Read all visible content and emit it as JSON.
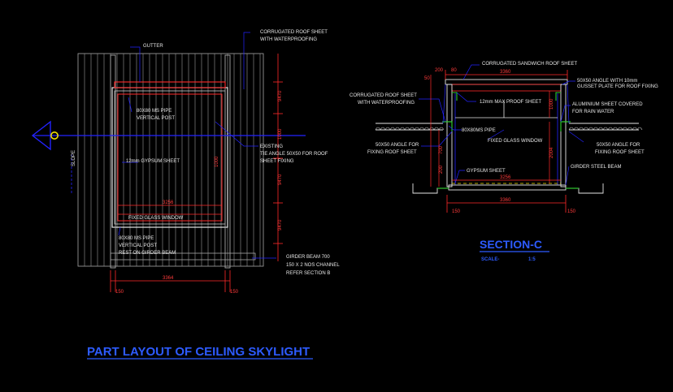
{
  "plan": {
    "gutter": "GUTTER",
    "corr_sheet_line1": "CORRUGATED ROOF SHEET",
    "corr_sheet_line2": "WITH WATERPROOFING",
    "pipe_line1": "80X80 MS PIPE",
    "pipe_line2": "VERTICAL POST",
    "existing_line1": "EXISTING",
    "existing_line2": "TIE ANGLE 50X50 FOR ROOF",
    "existing_line3": "SHEET FIXING",
    "gypsum": "12mm GYPSUM SHEET",
    "glass": "FIXED GLASS WINDOW",
    "pipe2_line1": "80X80 MS PIPE",
    "pipe2_line2": "VERTICAL POST",
    "pipe2_line3": "REST ON GIRDER BEAM",
    "girder_line1": "GIRDER BEAM 700",
    "girder_line2": "150 X 2 NOS CHANNEL",
    "girder_line3": "REFER SECTION B",
    "slope": "SLOPE",
    "dim_3256": "3256",
    "dim_3364": "3364",
    "dim_150a": "150",
    "dim_150b": "150",
    "dim_side1": "9470",
    "dim_side2": "1000",
    "dim_side3": "9470",
    "dim_side4": "9470",
    "dim_mid": "1000"
  },
  "section": {
    "sandwich": "CORRUGATED SANDWICH ROOF SHEET",
    "dim_3360_top": "3360",
    "dim_200a": "200",
    "dim_80": "80",
    "dim_50": "50",
    "corr_line1": "CORRUGATED ROOF SHEET",
    "corr_line2": "WITH WATERPROOFING",
    "mm_proof": "12mm MAX PROOF SHEET",
    "angle_top_line1": "50X50 ANGLE WITH 10mm",
    "angle_top_line2": "GUSSET PLATE FOR ROOF FIXING",
    "alum_line1": "ALUMINIUM SHEET COVERED",
    "alum_line2": "FOR RAIN WATER",
    "pipe": "80X80MS PIPE",
    "angle_l_line1": "50X50 ANGLE FOR",
    "angle_l_line2": "FIXING ROOF SHEET",
    "glass": "FIXED GLASS WINDOW",
    "angle_r_line1": "50X50 ANGLE FOR",
    "angle_r_line2": "FIXING ROOF SHEET",
    "gypsum": "GYPSUM SHEET",
    "girder": "GIRDER STEEL BEAM",
    "dim_3256": "3256",
    "dim_3360": "3360",
    "dim_150a": "150",
    "dim_150b": "150",
    "dim_1000": "1000",
    "dim_2004": "2004",
    "dim_700": "700",
    "dim_200b": "200",
    "title": "SECTION-C",
    "scale_label": "SCALE-",
    "scale_value": "1:5"
  },
  "main_title": "PART LAYOUT OF CEILING SKYLIGHT",
  "colors": {
    "red": "#ff2a2a",
    "blue": "#2323ff",
    "yellow": "#f2e200",
    "green": "#2ec82e",
    "white": "#e6e6e6",
    "gray": "#a8a8a8",
    "title_blue": "#2d5bff"
  }
}
